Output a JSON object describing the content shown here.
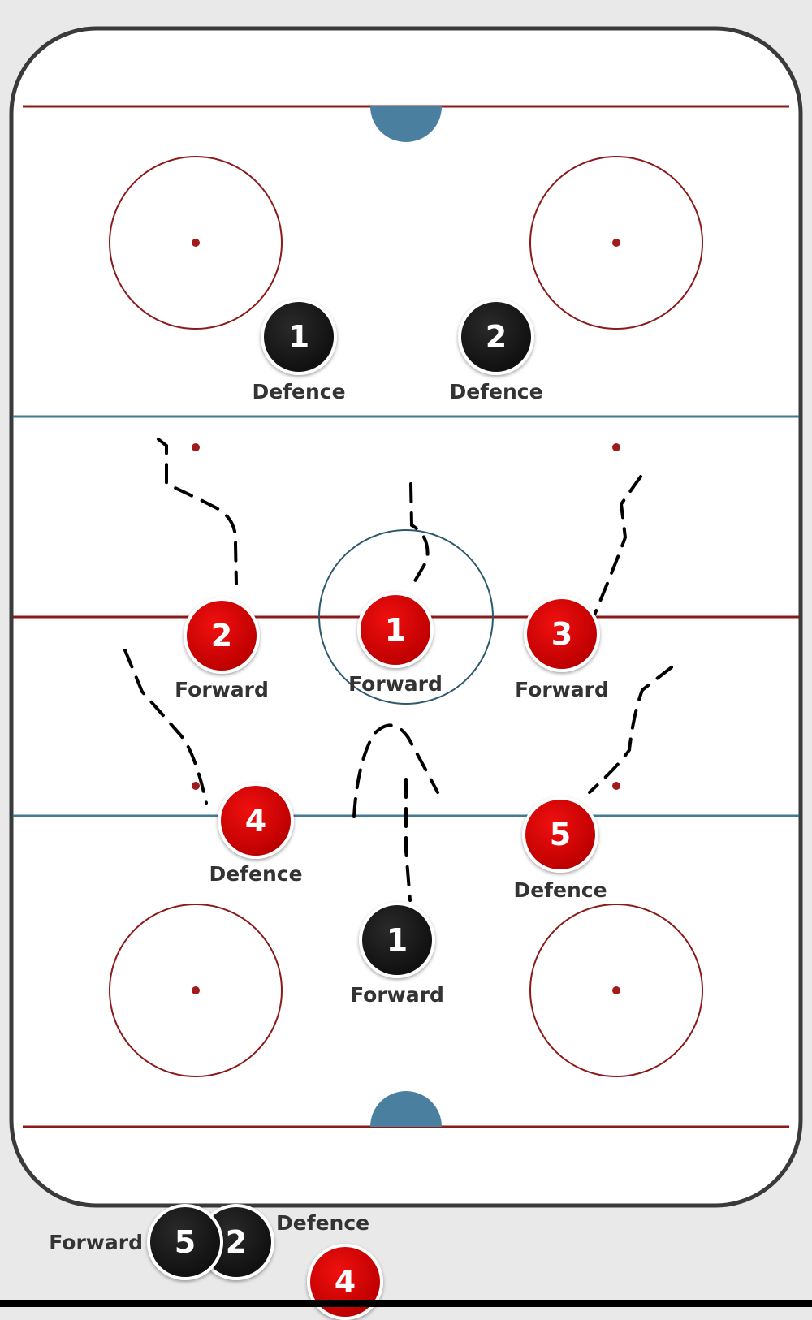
{
  "colors": {
    "home": "#d40000",
    "away": "#141414",
    "red_line": "#8b1a1a",
    "blue_line": "#3f7b99",
    "crease": "#4a7fa0"
  },
  "players_on_ice": [
    {
      "team": "away",
      "number": "1",
      "role": "Defence"
    },
    {
      "team": "away",
      "number": "2",
      "role": "Defence"
    },
    {
      "team": "home",
      "number": "2",
      "role": "Forward"
    },
    {
      "team": "home",
      "number": "1",
      "role": "Forward"
    },
    {
      "team": "home",
      "number": "3",
      "role": "Forward"
    },
    {
      "team": "home",
      "number": "4",
      "role": "Defence"
    },
    {
      "team": "home",
      "number": "5",
      "role": "Defence"
    },
    {
      "team": "away",
      "number": "1",
      "role": "Forward"
    }
  ],
  "bench": [
    {
      "team": "away",
      "number": "5",
      "role": "Forward"
    },
    {
      "team": "away",
      "number": "2",
      "role": "Defence"
    },
    {
      "team": "home",
      "number": "4",
      "role": ""
    }
  ]
}
